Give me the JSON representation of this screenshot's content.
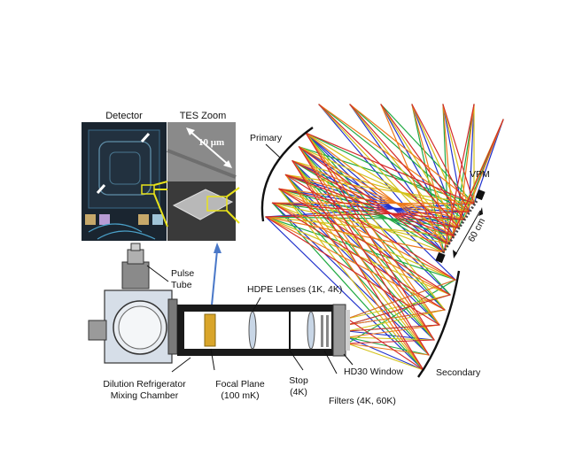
{
  "panels": {
    "detector_title": "Detector",
    "tes_zoom_title": "TES Zoom",
    "scale_bar": "10 μm"
  },
  "labels": {
    "primary": "Primary",
    "vpm": "VPM",
    "vpm_size": "60 cm",
    "pulse_tube_line1": "Pulse",
    "pulse_tube_line2": "Tube",
    "hdpe_lenses": "HDPE Lenses (1K, 4K)",
    "hd30_window": "HD30 Window",
    "secondary": "Secondary",
    "dilution_line1": "Dilution Refrigerator",
    "dilution_line2": "Mixing Chamber",
    "focal_plane_line1": "Focal Plane",
    "focal_plane_line2": "(100 mK)",
    "stop_line1": "Stop",
    "stop_line2": "(4K)",
    "filters": "Filters (4K, 60K)"
  },
  "ray_colors": [
    "#2233cc",
    "#22aa44",
    "#d4c21a",
    "#ee7a1a",
    "#d42a2a"
  ]
}
